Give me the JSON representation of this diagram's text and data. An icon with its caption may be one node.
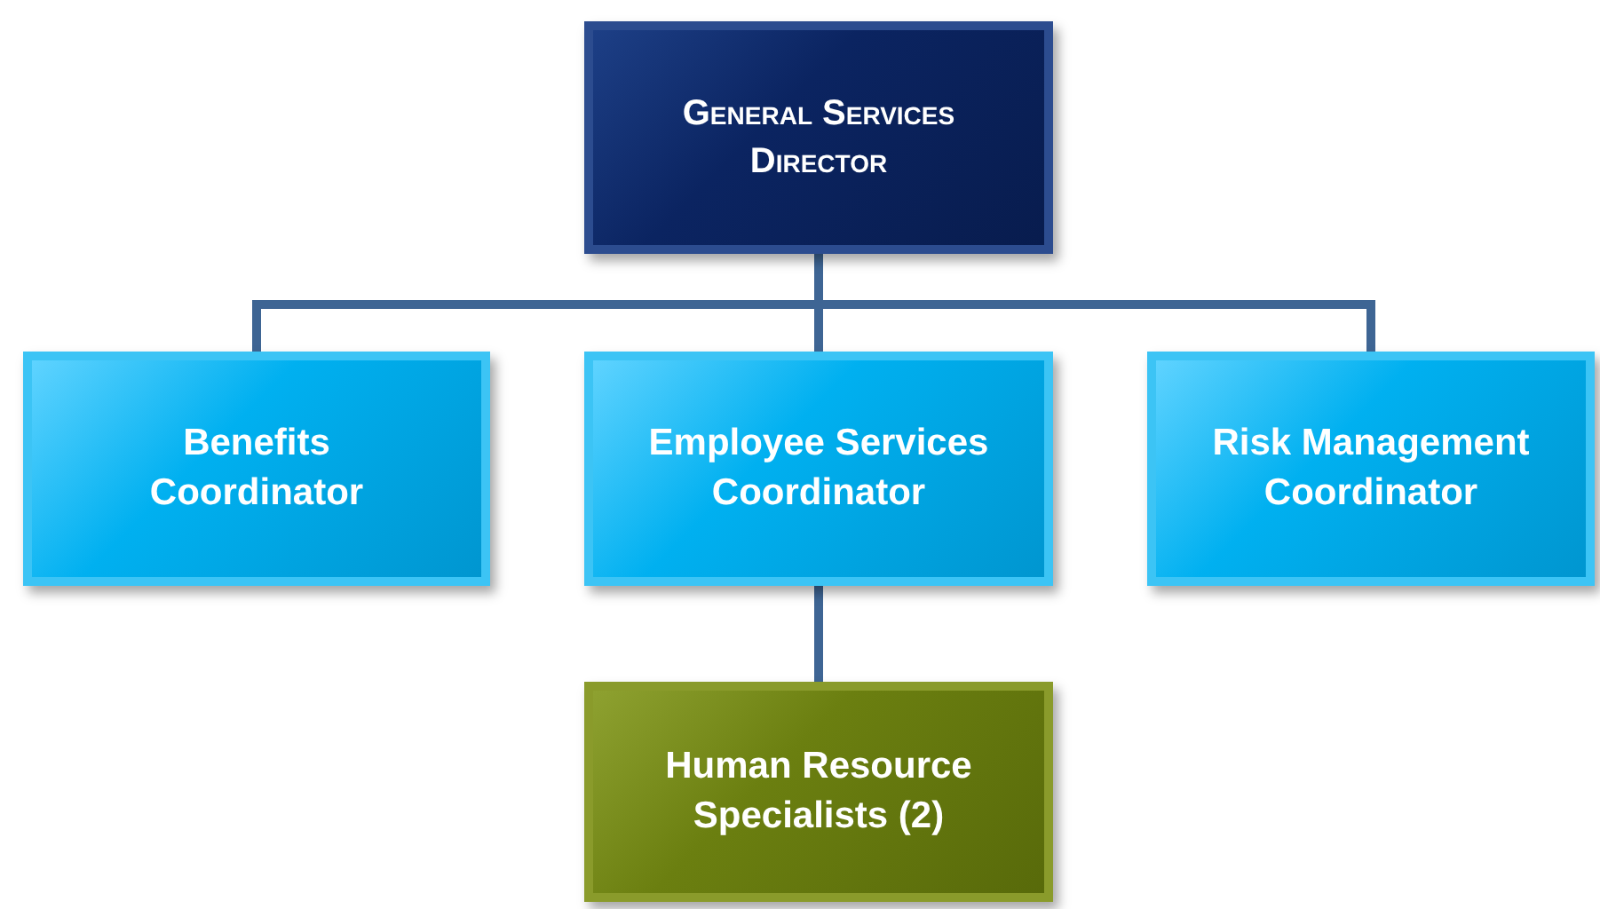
{
  "diagram": {
    "nodes": [
      {
        "text": [
          "General Services Director"
        ]
      },
      {
        "text": [
          "Benefits Coordinator"
        ]
      },
      {
        "text": [
          "Employee Services Coordinator"
        ]
      },
      {
        "text": [
          "Risk Management Coordinator"
        ]
      },
      {
        "text": [
          "Human Resource Specialists (2)"
        ]
      }
    ],
    "edges": [
      {
        "from": 0,
        "to": 1,
        "arrow": "none"
      },
      {
        "from": 0,
        "to": 2,
        "arrow": "none"
      },
      {
        "from": 0,
        "to": 3,
        "arrow": "none"
      },
      {
        "from": 2,
        "to": 4,
        "arrow": "none"
      }
    ]
  }
}
